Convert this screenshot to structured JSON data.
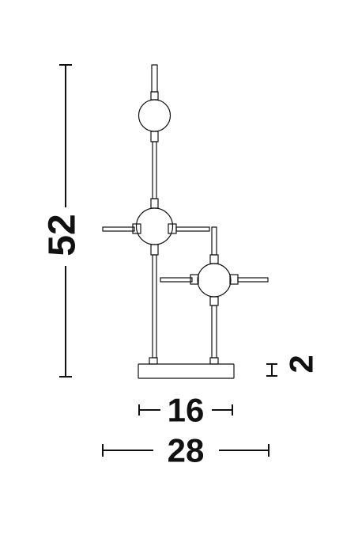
{
  "diagram": {
    "dimensions": {
      "height": "52",
      "base_height": "2",
      "base_width": "16",
      "total_width": "28"
    },
    "colors": {
      "line": "#111111",
      "background": "#ffffff"
    }
  }
}
